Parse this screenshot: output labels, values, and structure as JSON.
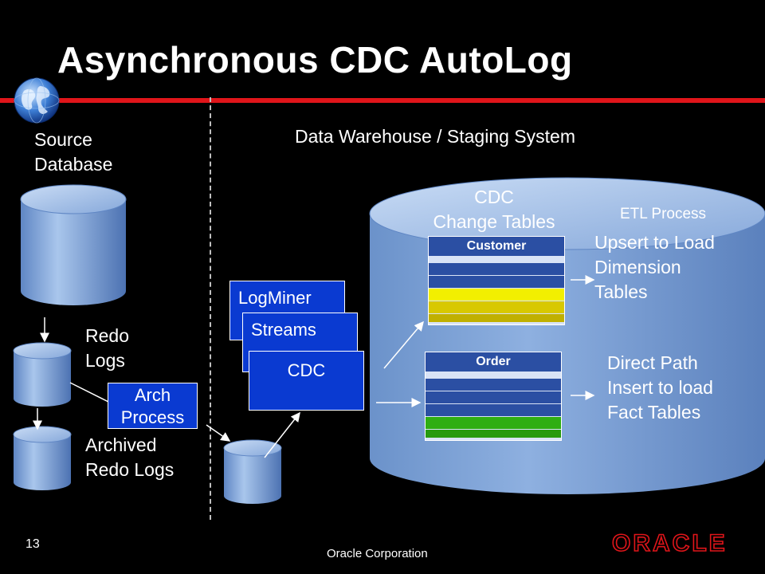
{
  "slide": {
    "title": "Asynchronous CDC AutoLog",
    "page_number": "13",
    "footer": "Oracle Corporation",
    "logo_text": "ORACLE"
  },
  "source": {
    "heading_line1": "Source",
    "heading_line2": "Database",
    "redo_line1": "Redo",
    "redo_line2": "Logs",
    "arch_line1": "Arch",
    "arch_line2": "Process",
    "archived_line1": "Archived",
    "archived_line2": "Redo Logs"
  },
  "staging": {
    "heading": "Data Warehouse / Staging System",
    "logminer": "LogMiner",
    "streams": "Streams",
    "cdc": "CDC",
    "change_tables_line1": "CDC",
    "change_tables_line2": "Change Tables",
    "etl": "ETL Process",
    "customer_table": "Customer",
    "order_table": "Order",
    "upsert_line1": "Upsert to Load",
    "upsert_line2": "Dimension",
    "upsert_line3": "Tables",
    "direct_line1": "Direct Path",
    "direct_line2": "Insert to load",
    "direct_line3": "Fact Tables"
  },
  "colors": {
    "background": "#000000",
    "accent_red": "#e0151a",
    "process_blue": "#0a3ad1",
    "cylinder_blue": "#7fa6d9",
    "customer_highlight": "#f2ef00",
    "order_highlight": "#2fae12"
  },
  "icons": {
    "globe": "globe-icon"
  }
}
